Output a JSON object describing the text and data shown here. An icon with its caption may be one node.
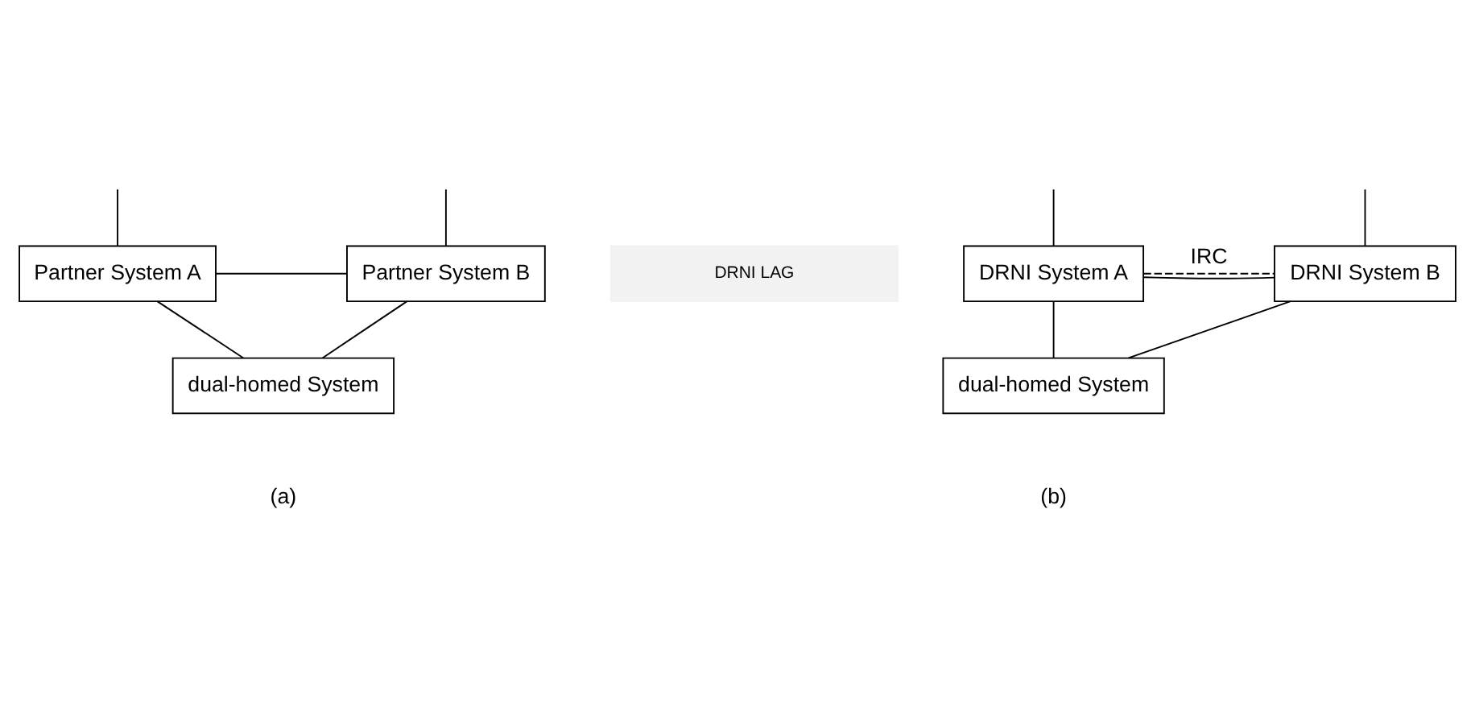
{
  "diagram": {
    "nodes": [
      {
        "text": [
          "Partner System A"
        ]
      },
      {
        "text": [
          "Partner System B"
        ]
      },
      {
        "text": [
          "dual-homed System"
        ]
      },
      {
        "text": [
          "DRNI System A"
        ]
      },
      {
        "text": [
          "DRNI System B"
        ]
      },
      {
        "text": [
          "DRNI LAG"
        ]
      },
      {
        "text": [
          "dual-homed System"
        ]
      }
    ],
    "edges": [
      {
        "from": null,
        "to": 0,
        "arrow": "none"
      },
      {
        "from": null,
        "to": 1,
        "arrow": "none"
      },
      {
        "from": 0,
        "to": 1,
        "arrow": "none"
      },
      {
        "from": 0,
        "to": 2,
        "arrow": "none"
      },
      {
        "from": 1,
        "to": 2,
        "arrow": "none"
      },
      {
        "from": null,
        "to": 3,
        "arrow": "none"
      },
      {
        "from": null,
        "to": 4,
        "arrow": "none"
      },
      {
        "from": 3,
        "to": 4,
        "arrow": "none"
      },
      {
        "from": 3,
        "to": 4,
        "arrow": "none",
        "label": "IRC",
        "style": "dashed"
      },
      {
        "from": 3,
        "to": 6,
        "arrow": "none"
      },
      {
        "from": 4,
        "to": 6,
        "arrow": "none"
      }
    ],
    "labels": [
      "(a)",
      "(b)"
    ]
  }
}
